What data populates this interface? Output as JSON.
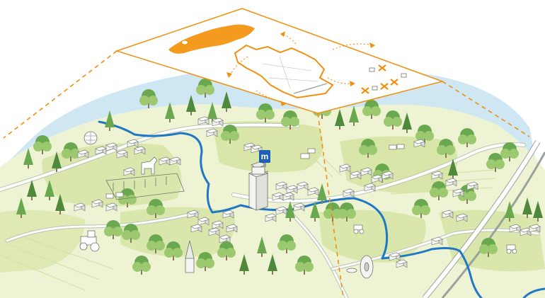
{
  "palette": {
    "sky_water": "#cfe6f3",
    "field_light": "#eef3d4",
    "field_mid": "#dfe9b6",
    "meadow": "#c9dd8c",
    "tree_dark": "#4f8a3c",
    "tree_mid": "#6aa84f",
    "tree_light": "#9cc870",
    "river": "#1f78c4",
    "road": "#ffffff",
    "road_edge": "#b9c4b0",
    "overlay_line": "#f0900f",
    "overlay_fill": "#ffffff",
    "sweden_fill": "#f39a1f",
    "building_wall": "#f4f4f2",
    "building_roof": "#d9dcd6",
    "outline": "#6d7468"
  },
  "icons": {
    "town_hall": "municipality-tower-icon",
    "logo_sign": "m-logo-sign-icon",
    "tractor": "tractor-icon",
    "horse": "horse-icon",
    "cows": "cow-icon",
    "satellite_dish": "satellite-dish-icon",
    "windmill_ball": "water-tower-icon",
    "church": "church-icon",
    "train_tracks": "railway-icon"
  },
  "overlay": {
    "sweden_map": "sweden-map-icon",
    "municipality_outline": "municipality-outline-icon",
    "markers": [
      "box-marker",
      "cross-marker",
      "box-marker",
      "cross-marker",
      "cross-marker",
      "cross-marker",
      "box-marker"
    ]
  }
}
